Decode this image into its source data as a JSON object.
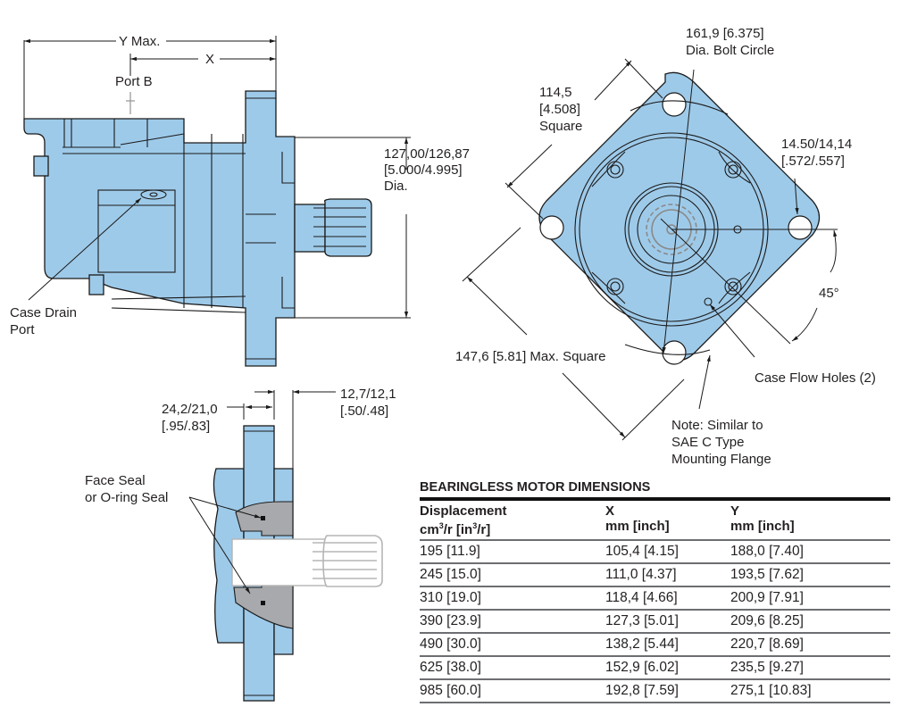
{
  "colors": {
    "body_fill": "#9ecae9",
    "section_gray": "#a7a9ac",
    "line": "#1a1a1a"
  },
  "side_view": {
    "y_max_label": "Y Max.",
    "x_label": "X",
    "port_b_label": "Port B",
    "pilot_dia_line1": "127,00/126,87",
    "pilot_dia_line2": "[5.000/4.995]",
    "pilot_dia_line3": "Dia.",
    "case_drain_line1": "Case Drain",
    "case_drain_line2": "Port"
  },
  "front_view": {
    "bolt_circle_line1": "161,9 [6.375]",
    "bolt_circle_line2": "Dia. Bolt Circle",
    "square_line1": "114,5",
    "square_line2": "[4.508]",
    "square_line3": "Square",
    "hole_dia_line1": "14.50/14,14",
    "hole_dia_line2": "[.572/.557]",
    "angle_label": "45°",
    "max_square_label": "147,6 [5.81] Max. Square",
    "case_flow_label": "Case Flow Holes (2)",
    "note_line1": "Note: Similar to",
    "note_line2": "SAE C Type",
    "note_line3": "Mounting Flange"
  },
  "section_view": {
    "flange_thk_line1": "24,2/21,0",
    "flange_thk_line2": "[.95/.83]",
    "pilot_len_line1": "12,7/12,1",
    "pilot_len_line2": "[.50/.48]",
    "seal_line1": "Face Seal",
    "seal_line2": "or O-ring Seal"
  },
  "table": {
    "title": "BEARINGLESS MOTOR DIMENSIONS",
    "headers": [
      {
        "line1": "Displacement",
        "line2_a": "cm",
        "line2_sup1": "3",
        "line2_b": "/r [in",
        "line2_sup2": "3",
        "line2_c": "/r]"
      },
      {
        "line1": "X",
        "line2": "mm [inch]"
      },
      {
        "line1": "Y",
        "line2": "mm [inch]"
      }
    ],
    "rows": [
      [
        "195 [11.9]",
        "105,4 [4.15]",
        "188,0 [7.40]"
      ],
      [
        "245 [15.0]",
        "111,0 [4.37]",
        "193,5 [7.62]"
      ],
      [
        "310 [19.0]",
        "118,4 [4.66]",
        "200,9 [7.91]"
      ],
      [
        "390 [23.9]",
        "127,3 [5.01]",
        "209,6 [8.25]"
      ],
      [
        "490 [30.0]",
        "138,2 [5.44]",
        "220,7 [8.69]"
      ],
      [
        "625 [38.0]",
        "152,9 [6.02]",
        "235,5 [9.27]"
      ],
      [
        "985 [60.0]",
        "192,8 [7.59]",
        "275,1 [10.83]"
      ]
    ]
  }
}
